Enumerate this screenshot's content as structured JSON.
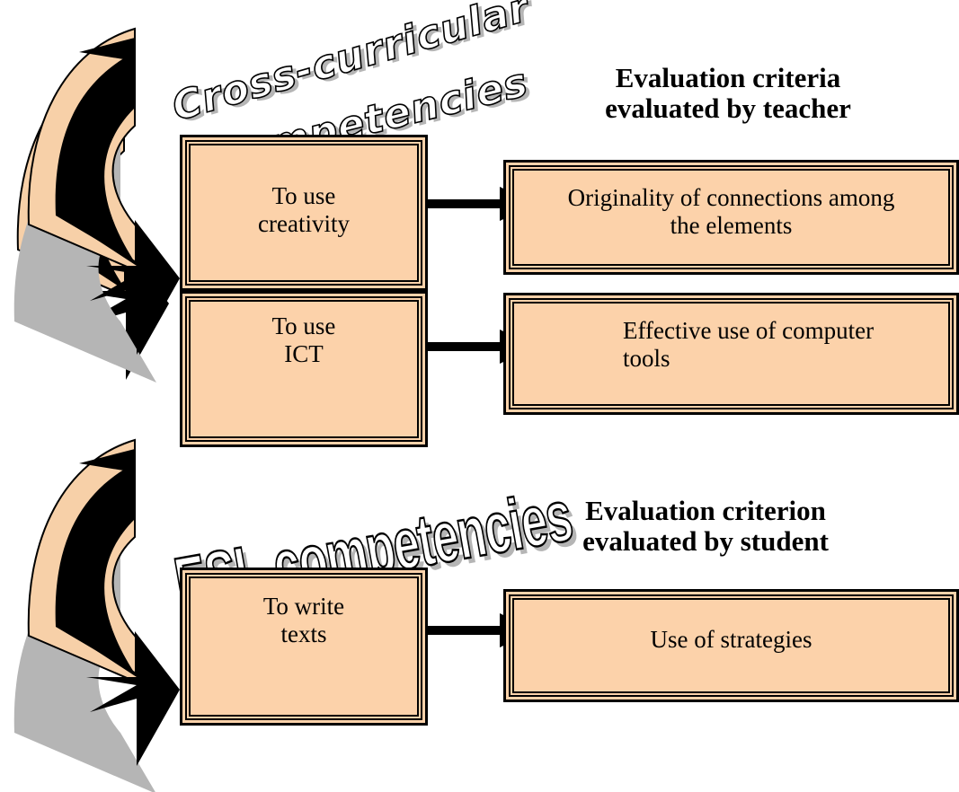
{
  "wordart": {
    "cross_line1": "Cross-curricular",
    "cross_line2": "competencies",
    "esl": "ESL competencies"
  },
  "headings": {
    "teacher": "Evaluation criteria\nevaluated by teacher",
    "student": "Evaluation criterion\nevaluated by student"
  },
  "competencies": {
    "creativity": "To use\ncreativity",
    "ict": "To use\nICT",
    "write": "To write\ntexts"
  },
  "criteria": {
    "originality": "Originality of connections among\nthe elements",
    "computer_tools": "Effective use of computer\ntools",
    "strategies": "Use of strategies"
  },
  "colors": {
    "box_fill": "#fcd2aa",
    "arrow_fill": "#f7d0a8",
    "arrow_shadow": "#b5b5b5",
    "outline": "#000000"
  }
}
